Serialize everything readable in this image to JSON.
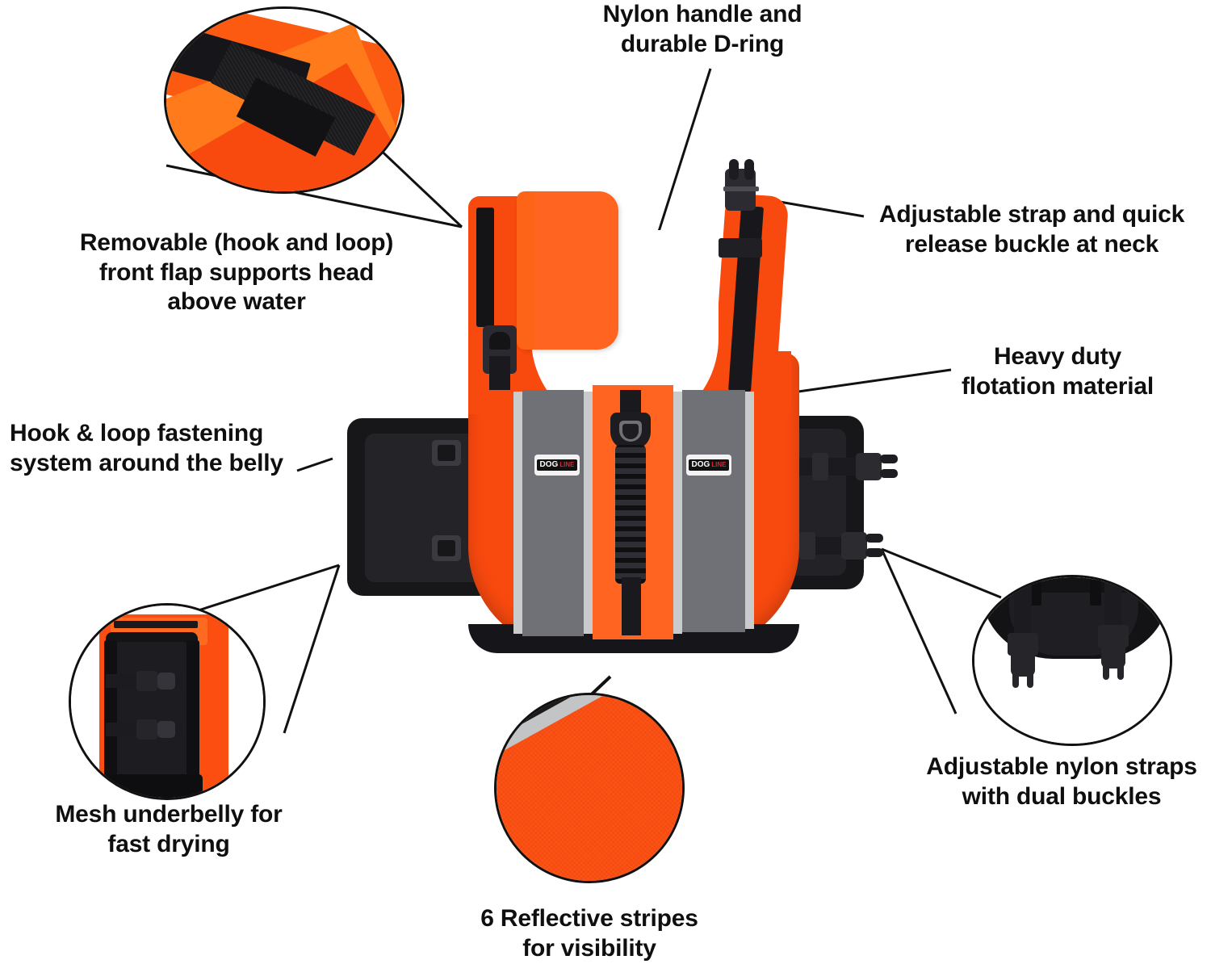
{
  "product": {
    "name": "dog-life-jacket",
    "brand_label": {
      "part1": "DOG",
      "part2": "LINE"
    },
    "colors": {
      "orange": "#f8490f",
      "orange_light": "#ff6420",
      "black": "#17171a",
      "grey_mesh": "#6f7176",
      "reflective": "#c9cbcd",
      "text": "#100f0f",
      "line": "#111111",
      "brand_red": "#e02030",
      "background": "#ffffff"
    }
  },
  "callouts": [
    {
      "id": "nylon-handle",
      "text": "Nylon handle and\ndurable D-ring",
      "align": "center"
    },
    {
      "id": "front-flap",
      "text": "Removable (hook and loop)\nfront flap supports head\nabove water",
      "align": "center"
    },
    {
      "id": "neck-buckle",
      "text": "Adjustable strap and quick\nrelease buckle at neck",
      "align": "center"
    },
    {
      "id": "flotation-material",
      "text": "Heavy duty\nflotation material",
      "align": "center"
    },
    {
      "id": "belly-fastening",
      "text": "Hook & loop fastening\nsystem around the belly",
      "align": "left"
    },
    {
      "id": "mesh-underbelly",
      "text": "Mesh underbelly for\nfast drying",
      "align": "center"
    },
    {
      "id": "reflective-stripes",
      "text": "6 Reflective stripes\nfor visibility",
      "align": "center"
    },
    {
      "id": "nylon-straps",
      "text": "Adjustable nylon straps\nwith dual buckles",
      "align": "center"
    }
  ],
  "detail_circles": [
    {
      "id": "hook-loop-flap-detail",
      "caption_ref": "front-flap"
    },
    {
      "id": "mesh-underbelly-detail",
      "caption_ref": "mesh-underbelly"
    },
    {
      "id": "reflective-stripe-detail",
      "caption_ref": "reflective-stripes"
    },
    {
      "id": "dual-buckle-strap-detail",
      "caption_ref": "nylon-straps"
    }
  ]
}
